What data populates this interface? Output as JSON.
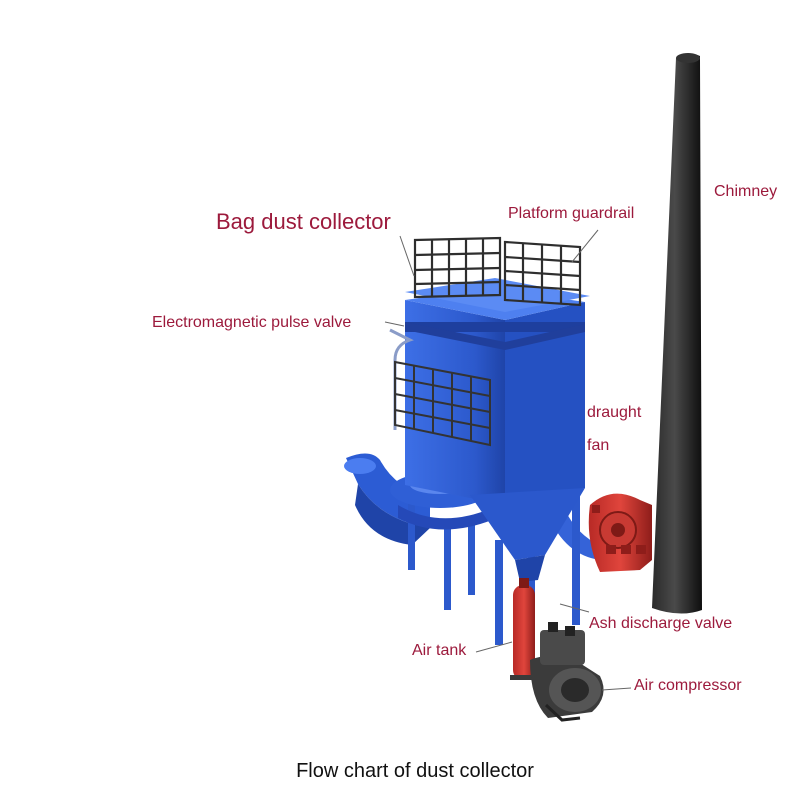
{
  "labels": {
    "bag_dust_collector": "Bag dust collector",
    "platform_guardrail": "Platform guardrail",
    "chimney": "Chimney",
    "pulse_valve": "Electromagnetic pulse valve",
    "draught": "draught",
    "fan": "fan",
    "ash_discharge_valve": "Ash discharge valve",
    "air_tank": "Air tank",
    "air_compressor": "Air compressor"
  },
  "caption": "Flow chart of dust collector",
  "colors": {
    "label_text": "#9c1a3c",
    "collector_body": "#2f5fd6",
    "chimney": "#1a1a1a",
    "fan_and_tank": "#c4322c",
    "guardrail": "#3a3a3a"
  }
}
